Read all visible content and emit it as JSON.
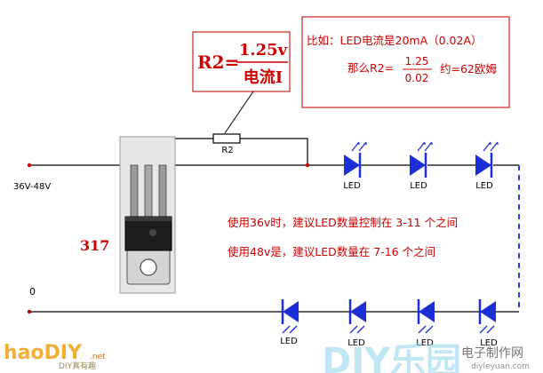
{
  "formula_box": {
    "lhs": "R2=",
    "numerator": "1.25v",
    "denominator": "电流I"
  },
  "example_box": {
    "line1": "比如：LED电流是20mA（0.02A）",
    "prefix": "那么R2=",
    "numerator": "1.25",
    "denominator": "0.02",
    "suffix": "约=62欧姆"
  },
  "labels": {
    "resistor": "R2",
    "input_voltage": "36V-48V",
    "ground": "0",
    "regulator": "317",
    "led_top": [
      "LED",
      "LED",
      "LED"
    ],
    "led_bottom": [
      "LED",
      "LED",
      "LED",
      "LED"
    ]
  },
  "notes": {
    "line1": "使用36v时，建议LED数量控制在 3-11 个之间",
    "line2": "使用48v是，建议LED数量在 7-16 个之间"
  },
  "watermarks": {
    "left_logo": "haoDIY",
    "left_logo_suffix": ".net",
    "left_sub": "DIY真有趣",
    "right_logo": "DIY乐园",
    "right_sub_cn": "电子制作网",
    "right_url": "diyleyuan.com"
  },
  "colors": {
    "wire": "#000000",
    "box_border": "#cc2222",
    "red_text": "#cc0000",
    "led_blue": "#1c2fd6",
    "dashed": "#2d3fe0"
  }
}
